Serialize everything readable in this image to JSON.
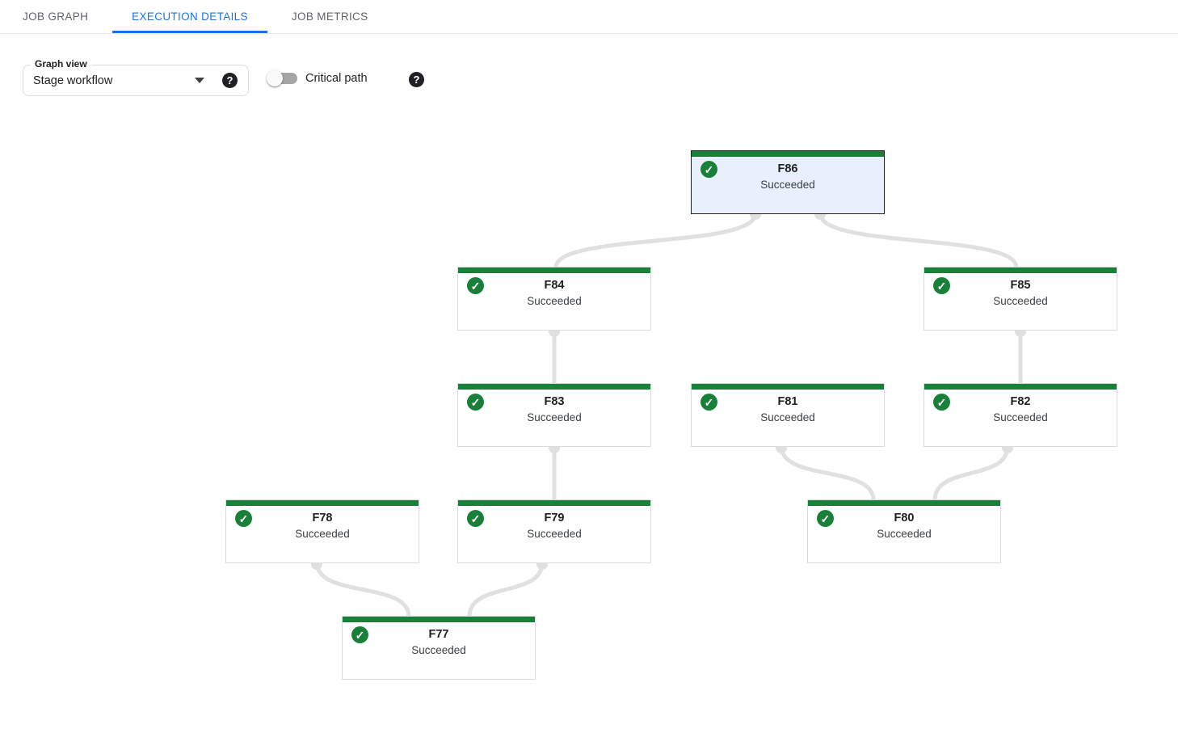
{
  "tabs": [
    {
      "label": "JOB GRAPH",
      "active": false
    },
    {
      "label": "EXECUTION DETAILS",
      "active": true
    },
    {
      "label": "JOB METRICS",
      "active": false
    }
  ],
  "toolbar": {
    "graph_view": {
      "label": "Graph view",
      "value": "Stage workflow"
    },
    "critical_path": {
      "label": "Critical path",
      "enabled": false
    },
    "help_icon_glyph": "?"
  },
  "graph": {
    "selected_node": "F86",
    "nodes": [
      {
        "id": "F86",
        "label": "F86",
        "status": "Succeeded",
        "selected": true
      },
      {
        "id": "F84",
        "label": "F84",
        "status": "Succeeded",
        "selected": false
      },
      {
        "id": "F85",
        "label": "F85",
        "status": "Succeeded",
        "selected": false
      },
      {
        "id": "F83",
        "label": "F83",
        "status": "Succeeded",
        "selected": false
      },
      {
        "id": "F81",
        "label": "F81",
        "status": "Succeeded",
        "selected": false
      },
      {
        "id": "F82",
        "label": "F82",
        "status": "Succeeded",
        "selected": false
      },
      {
        "id": "F78",
        "label": "F78",
        "status": "Succeeded",
        "selected": false
      },
      {
        "id": "F79",
        "label": "F79",
        "status": "Succeeded",
        "selected": false
      },
      {
        "id": "F80",
        "label": "F80",
        "status": "Succeeded",
        "selected": false
      },
      {
        "id": "F77",
        "label": "F77",
        "status": "Succeeded",
        "selected": false
      }
    ],
    "edges": [
      {
        "from": "F86",
        "to": "F84"
      },
      {
        "from": "F86",
        "to": "F85"
      },
      {
        "from": "F84",
        "to": "F83"
      },
      {
        "from": "F85",
        "to": "F82"
      },
      {
        "from": "F83",
        "to": "F79"
      },
      {
        "from": "F81",
        "to": "F80"
      },
      {
        "from": "F82",
        "to": "F80"
      },
      {
        "from": "F78",
        "to": "F77"
      },
      {
        "from": "F79",
        "to": "F77"
      }
    ]
  },
  "colors": {
    "accent_blue": "#1a73e8",
    "success_green": "#188038",
    "selected_node_bg": "#e8f0fe",
    "edge_gray": "#e0e0e0",
    "node_border": "#dadce0"
  }
}
